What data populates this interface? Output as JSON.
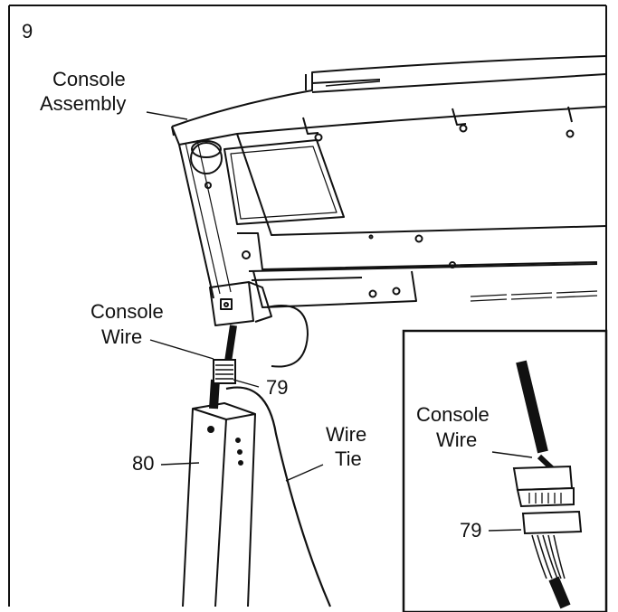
{
  "step_number": "9",
  "labels": {
    "console_assembly": [
      "Console",
      "Assembly"
    ],
    "console_wire": [
      "Console",
      "Wire"
    ],
    "part_79": "79",
    "part_80": "80",
    "wire_tie": [
      "Wire",
      "Tie"
    ]
  },
  "inset": {
    "console_wire": [
      "Console",
      "Wire"
    ],
    "part_79": "79"
  },
  "colors": {
    "line": "#111111",
    "background": "#ffffff"
  }
}
